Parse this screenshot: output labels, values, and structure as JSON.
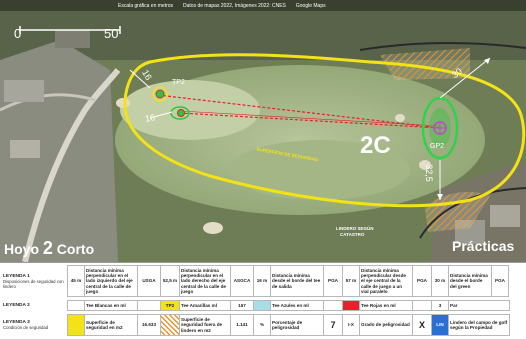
{
  "map": {
    "credits": [
      "Escala gráfica en metros",
      "Datos de mapas 2022, Imágenes 2022: CNES",
      "Google Maps"
    ],
    "scale_labels": [
      "0",
      "50"
    ],
    "hole_number": "Hoyo 2 Corto",
    "hole_word": "Hoyo",
    "hole_digit": "2",
    "hole_suffix": "Corto",
    "tee_label": "TP2",
    "green_label": "GP2",
    "area_label": "2C",
    "distance_labels": [
      "16",
      "16",
      "30",
      "32,5"
    ],
    "surface_label": "SUPERFICIE DE SEGURIDAD",
    "cadastre_label_1": "LINDERO SEGÚN",
    "cadastre_label_2": "CATASTRO",
    "section_label": "Prácticas",
    "colors": {
      "safety_zone": "#f2e216",
      "shot_line": "#e8202a",
      "tee_ring": "#28c83c",
      "green_ring": "#2ed34a",
      "target": "#d23cd2",
      "hatch": "#e8952a"
    }
  },
  "legend": {
    "row1": {
      "title": "LEYENDA 1",
      "subtitle": "Disposiciones de seguridad con lindero",
      "items": [
        {
          "value": "45 m",
          "desc": "Distancia mínima perpendicular en el lado izquierdo del eje central de la calle de juego",
          "code": "USGA"
        },
        {
          "value": "52,5 m",
          "desc": "Distancia mínima perpendicular en el lado derecho del eje central de la calle de juego",
          "code": "ASGCA"
        },
        {
          "value": "16 m",
          "desc": "Distancia mínima desde el borde del tee de salida",
          "code": "PGA"
        },
        {
          "value": "57 m",
          "desc": "Distancia mínima perpendicular desde el eje central de la calle de juego a un vial paralelo",
          "code": "PGA"
        },
        {
          "value": "30 m",
          "desc": "Distancia mínima desde el borde del green",
          "code": "PGA"
        }
      ]
    },
    "row2": {
      "title": "LEYENDA 2",
      "items": [
        {
          "label": "Tee Blancas en ml",
          "swatch": "",
          "value": ""
        },
        {
          "label": "Tee Amarillas ml",
          "swatch": "TP2",
          "value": "167"
        },
        {
          "label": "Tee Azules en ml",
          "swatch": "",
          "value": ""
        },
        {
          "label": "Tee Rojas en ml",
          "swatch": "",
          "value": ""
        },
        {
          "label": "Par",
          "swatch": "",
          "value": "3"
        }
      ]
    },
    "row3": {
      "title": "LEYENDA 3",
      "subtitle": "Condición de seguridad",
      "items": [
        {
          "desc": "Superficie de seguridad en m2",
          "value": "16.633"
        },
        {
          "desc": "Superficie de seguridad fuera de lindero en m2",
          "value": "1.141"
        },
        {
          "symbol": "%",
          "desc": "Porcentaje de peligrosidad",
          "value": "7"
        },
        {
          "symbol": "I-X",
          "desc": "Grado de peligrosidad",
          "value": "X"
        },
        {
          "symbol": "LIN",
          "desc": "Lindero del campo de golf según la Propiedad"
        }
      ]
    }
  }
}
